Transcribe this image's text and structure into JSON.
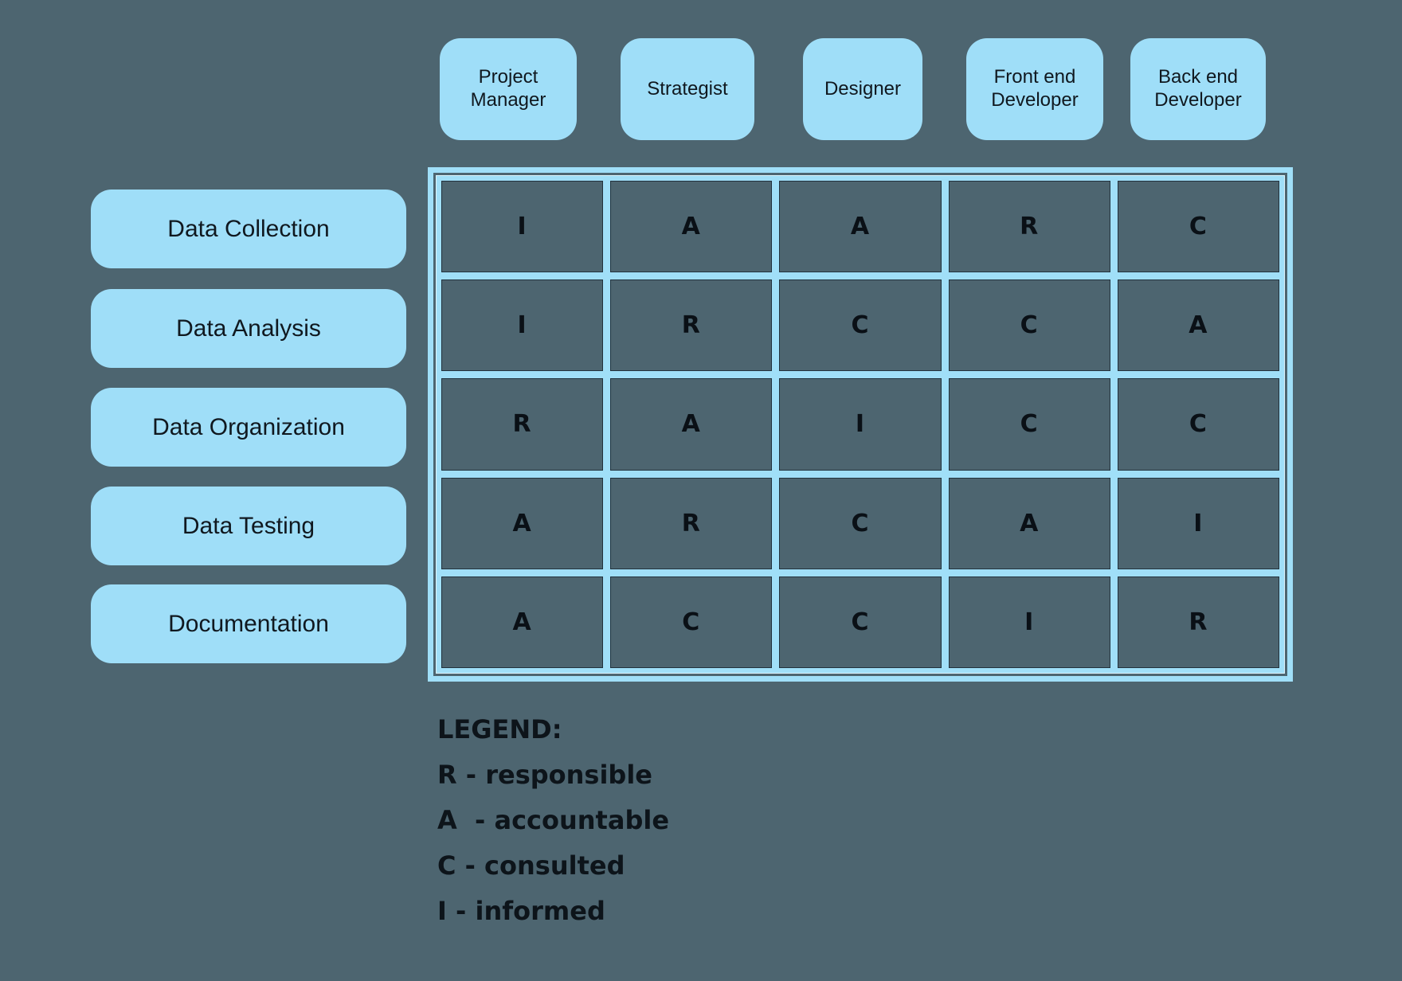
{
  "matrix": {
    "columns": [
      "Project Manager",
      "Strategist",
      "Designer",
      "Front end Developer",
      "Back end Developer"
    ],
    "rows": [
      {
        "label": "Data Collection",
        "values": [
          "I",
          "A",
          "A",
          "R",
          "C"
        ]
      },
      {
        "label": "Data Analysis",
        "values": [
          "I",
          "R",
          "C",
          "C",
          "A"
        ]
      },
      {
        "label": "Data Organization",
        "values": [
          "R",
          "A",
          "I",
          "C",
          "C"
        ]
      },
      {
        "label": "Data Testing",
        "values": [
          "A",
          "R",
          "C",
          "A",
          "I"
        ]
      },
      {
        "label": "Documentation",
        "values": [
          "A",
          "C",
          "C",
          "I",
          "R"
        ]
      }
    ]
  },
  "legend": {
    "title": "LEGEND:",
    "items": [
      "R - responsible",
      "A  - accountable",
      "C - consulted",
      "I - informed"
    ]
  },
  "colors": {
    "background": "#4d6570",
    "pill_fill": "#9fdef8",
    "grid_line": "#a0dff8",
    "text": "#0d141a"
  }
}
